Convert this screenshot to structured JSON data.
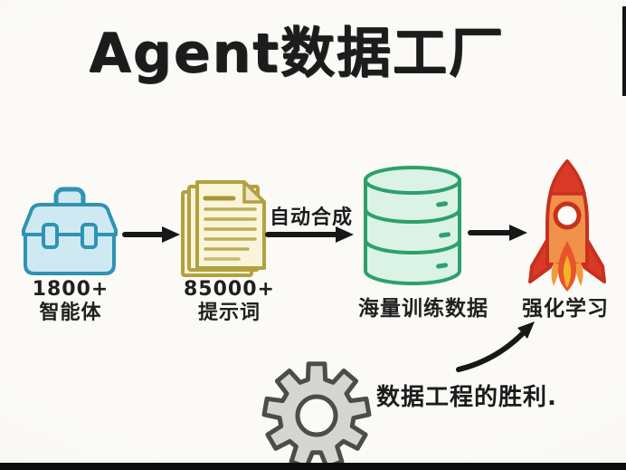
{
  "title": "Agent数据工厂",
  "flow": {
    "agents": {
      "count": "1800+",
      "name": "智能体"
    },
    "prompts": {
      "count": "85000+",
      "name": "提示词"
    },
    "process_label": "自动合成",
    "dataset": {
      "label": "海量训练数据"
    },
    "outcome": {
      "label": "强化学习"
    }
  },
  "annotation": {
    "text": "数据工程的胜利."
  },
  "icons": [
    "toolbox-icon",
    "documents-icon",
    "database-icon",
    "rocket-icon",
    "gear-icon",
    "arrow-right-icon",
    "curved-arrow-icon"
  ],
  "colors": {
    "background": "#faf8f3",
    "ink": "#1b1b1b",
    "toolbox_fill": "#cfe9f2",
    "toolbox_stroke": "#2f93b4",
    "document_fill": "#faf4da",
    "document_fold": "#f0e8c4",
    "document_stroke": "#b3a140",
    "database_fill": "#dbf2e7",
    "database_stroke": "#2da06b",
    "rocket_body": "#f0924a",
    "rocket_accent": "#d93a28",
    "rocket_stroke": "#c8301e",
    "flame_orange": "#f09a3e",
    "flame_red": "#e8542c",
    "flame_yellow": "#f7b32b",
    "gear_fill": "#d6d6d1",
    "gear_stroke": "#4c4c49"
  }
}
